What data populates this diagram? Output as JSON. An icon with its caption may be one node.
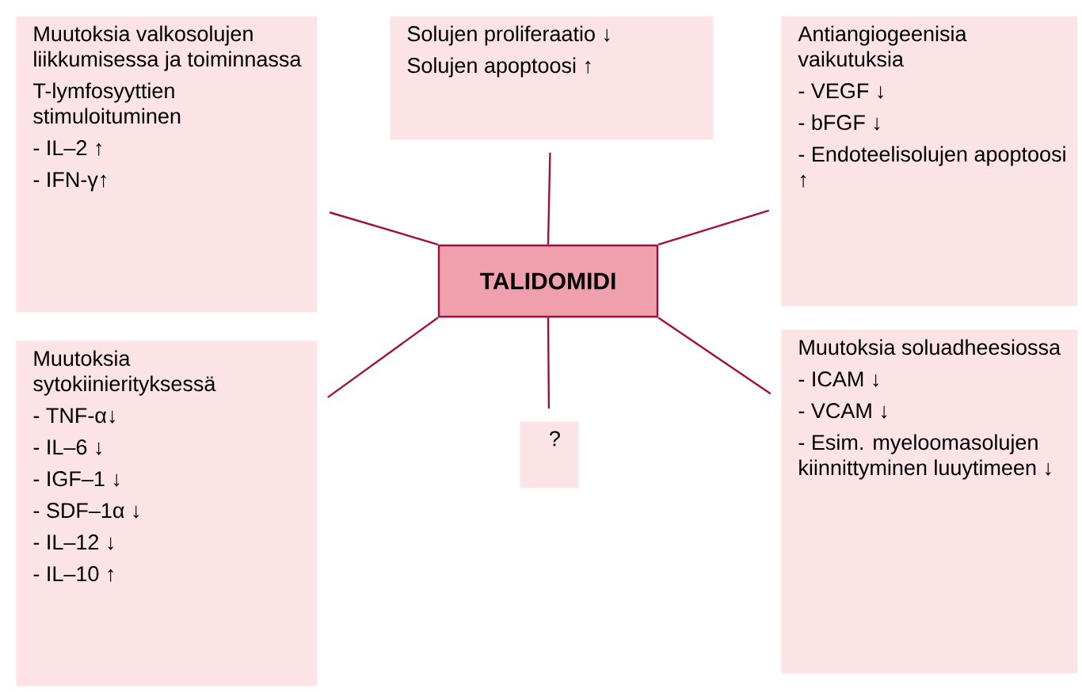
{
  "diagram": {
    "nodes": [
      {
        "text": [
          "Muutoksia valkosolujen liikkumisessa ja toiminnassa",
          "T-lymfosyyttien stimuloituminen",
          "- IL–2 ↑",
          "- IFN-γ↑"
        ]
      },
      {
        "text": [
          "Solujen proliferaatio ↓",
          "Solujen apoptoosi ↑"
        ]
      },
      {
        "text": [
          "Antiangiogeenisia vaikutuksia",
          "- VEGF ↓",
          "- bFGF ↓",
          "- Endoteelisolujen apoptoosi ↑"
        ]
      },
      {
        "text": [
          "TALIDOMIDI"
        ]
      },
      {
        "text": [
          "Muutoksia sytokiinierityksessä",
          "- TNF-α↓",
          "- IL–6 ↓",
          "- IGF–1 ↓",
          "- SDF–1α ↓",
          "- IL–12 ↓",
          "- IL–10 ↑"
        ]
      },
      {
        "text": [
          "?"
        ]
      },
      {
        "text": [
          "Muutoksia soluadheesiossa",
          "- ICAM ↓",
          "- VCAM ↓",
          "- Esim. myeloomasolujen kiinnittyminen luuytimeen ↓"
        ]
      }
    ],
    "edges": [
      {
        "from": 3,
        "to": 0,
        "arrow": "none"
      },
      {
        "from": 3,
        "to": 1,
        "arrow": "none"
      },
      {
        "from": 3,
        "to": 2,
        "arrow": "none"
      },
      {
        "from": 3,
        "to": 4,
        "arrow": "none"
      },
      {
        "from": 3,
        "to": 5,
        "arrow": "none"
      },
      {
        "from": 3,
        "to": 6,
        "arrow": "none"
      }
    ]
  }
}
